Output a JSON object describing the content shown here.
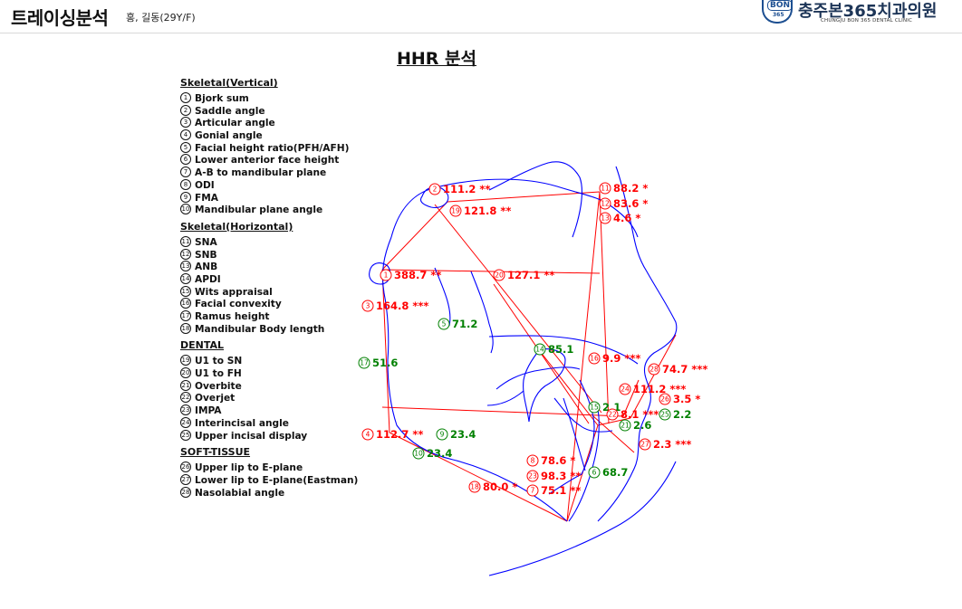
{
  "header": {
    "title": "트레이싱분석",
    "patient": "홍, 길동(29Y/F)"
  },
  "logo": {
    "badge_top": "BON",
    "badge_bottom": "365",
    "name": "충주본365치과의원",
    "subtitle": "CHUNGJU BON 365 DENTAL CLINIC"
  },
  "page_title": "HHR 분석",
  "legend": [
    {
      "section": "Skeletal(Vertical)",
      "items": [
        {
          "n": "1",
          "label": "Bjork sum"
        },
        {
          "n": "2",
          "label": "Saddle angle"
        },
        {
          "n": "3",
          "label": "Articular angle"
        },
        {
          "n": "4",
          "label": "Gonial angle"
        },
        {
          "n": "5",
          "label": "Facial height ratio(PFH/AFH)"
        },
        {
          "n": "6",
          "label": "Lower anterior face height"
        },
        {
          "n": "7",
          "label": "A-B to mandibular plane"
        },
        {
          "n": "8",
          "label": "ODI"
        },
        {
          "n": "9",
          "label": "FMA"
        },
        {
          "n": "10",
          "label": "Mandibular plane angle"
        }
      ]
    },
    {
      "section": "Skeletal(Horizontal)",
      "items": [
        {
          "n": "11",
          "label": "SNA"
        },
        {
          "n": "12",
          "label": "SNB"
        },
        {
          "n": "13",
          "label": "ANB"
        },
        {
          "n": "14",
          "label": "APDI"
        },
        {
          "n": "15",
          "label": "Wits appraisal"
        },
        {
          "n": "16",
          "label": "Facial convexity"
        },
        {
          "n": "17",
          "label": "Ramus height"
        },
        {
          "n": "18",
          "label": "Mandibular Body length"
        }
      ]
    },
    {
      "section": "DENTAL",
      "items": [
        {
          "n": "19",
          "label": "U1 to SN"
        },
        {
          "n": "20",
          "label": "U1 to FH"
        },
        {
          "n": "21",
          "label": "Overbite"
        },
        {
          "n": "22",
          "label": "Overjet"
        },
        {
          "n": "23",
          "label": "IMPA"
        },
        {
          "n": "24",
          "label": "Interincisal angle"
        },
        {
          "n": "25",
          "label": "Upper incisal display"
        }
      ]
    },
    {
      "section": "SOFT-TISSUE",
      "items": [
        {
          "n": "26",
          "label": "Upper lip to E-plane"
        },
        {
          "n": "27",
          "label": "Lower lip to E-plane(Eastman)"
        },
        {
          "n": "28",
          "label": "Nasolabial angle"
        }
      ]
    }
  ],
  "measurements": [
    {
      "n": "1",
      "value": "388.7",
      "flag": "**",
      "status": "abnormal"
    },
    {
      "n": "2",
      "value": "111.2",
      "flag": "**",
      "status": "abnormal"
    },
    {
      "n": "3",
      "value": "164.8",
      "flag": "***",
      "status": "abnormal"
    },
    {
      "n": "4",
      "value": "112.7",
      "flag": "**",
      "status": "abnormal"
    },
    {
      "n": "5",
      "value": "71.2",
      "flag": "",
      "status": "normal"
    },
    {
      "n": "6",
      "value": "68.7",
      "flag": "",
      "status": "normal"
    },
    {
      "n": "7",
      "value": "75.1",
      "flag": "**",
      "status": "abnormal"
    },
    {
      "n": "8",
      "value": "78.6",
      "flag": "*",
      "status": "abnormal"
    },
    {
      "n": "9",
      "value": "23.4",
      "flag": "",
      "status": "normal"
    },
    {
      "n": "10",
      "value": "23.4",
      "flag": "",
      "status": "normal"
    },
    {
      "n": "11",
      "value": "88.2",
      "flag": "*",
      "status": "abnormal"
    },
    {
      "n": "12",
      "value": "83.6",
      "flag": "*",
      "status": "abnormal"
    },
    {
      "n": "13",
      "value": "4.6",
      "flag": "*",
      "status": "abnormal"
    },
    {
      "n": "14",
      "value": "85.1",
      "flag": "",
      "status": "normal"
    },
    {
      "n": "15",
      "value": "2.1",
      "flag": "",
      "status": "normal"
    },
    {
      "n": "16",
      "value": "9.9",
      "flag": "***",
      "status": "abnormal"
    },
    {
      "n": "17",
      "value": "51.6",
      "flag": "",
      "status": "normal"
    },
    {
      "n": "18",
      "value": "80.0",
      "flag": "*",
      "status": "abnormal"
    },
    {
      "n": "19",
      "value": "121.8",
      "flag": "**",
      "status": "abnormal"
    },
    {
      "n": "20",
      "value": "127.1",
      "flag": "**",
      "status": "abnormal"
    },
    {
      "n": "21",
      "value": "2.6",
      "flag": "",
      "status": "normal"
    },
    {
      "n": "22",
      "value": "8.1",
      "flag": "***",
      "status": "abnormal"
    },
    {
      "n": "23",
      "value": "98.3",
      "flag": "**",
      "status": "abnormal"
    },
    {
      "n": "24",
      "value": "111.2",
      "flag": "***",
      "status": "abnormal"
    },
    {
      "n": "25",
      "value": "2.2",
      "flag": "",
      "status": "normal"
    },
    {
      "n": "26",
      "value": "3.5",
      "flag": "*",
      "status": "abnormal"
    },
    {
      "n": "27",
      "value": "2.3",
      "flag": "***",
      "status": "abnormal"
    },
    {
      "n": "28",
      "value": "74.7",
      "flag": "***",
      "status": "abnormal"
    }
  ],
  "colors": {
    "abnormal": "#ff0000",
    "normal": "#008000",
    "tracing": "#0000ff",
    "lines": "#ff0000"
  }
}
